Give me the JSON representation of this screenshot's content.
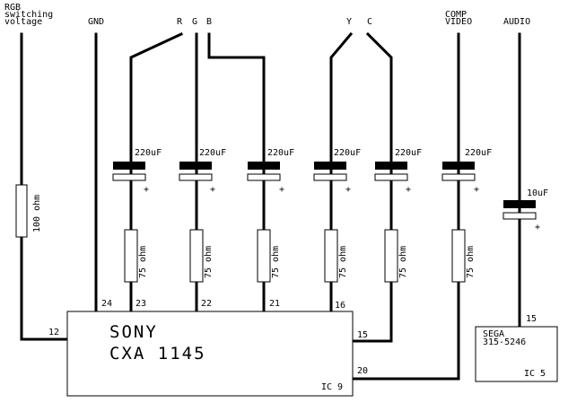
{
  "signals": {
    "rgb_switching": [
      "RGB",
      "switching",
      "voltage"
    ],
    "gnd": "GND",
    "r": "R",
    "g": "G",
    "b": "B",
    "y": "Y",
    "c": "C",
    "comp_video": [
      "COMP",
      "VIDEO"
    ],
    "audio": "AUDIO"
  },
  "capacitors": [
    {
      "value": "220uF",
      "polarity": "+"
    },
    {
      "value": "220uF",
      "polarity": "+"
    },
    {
      "value": "220uF",
      "polarity": "+"
    },
    {
      "value": "220uF",
      "polarity": "+"
    },
    {
      "value": "220uF",
      "polarity": "+"
    },
    {
      "value": "220uF",
      "polarity": "+"
    },
    {
      "value": "10uF",
      "polarity": "+"
    }
  ],
  "resistors": [
    {
      "value": "100 ohm"
    },
    {
      "value": "75 ohm"
    },
    {
      "value": "75 ohm"
    },
    {
      "value": "75 ohm"
    },
    {
      "value": "75 ohm"
    },
    {
      "value": "75 ohm"
    },
    {
      "value": "75 ohm"
    }
  ],
  "ic9": {
    "name_line1": "SONY",
    "name_line2": "CXA 1145",
    "ref": "IC 9",
    "pins": [
      "12",
      "24",
      "23",
      "22",
      "21",
      "16",
      "15",
      "20"
    ]
  },
  "ic5": {
    "name_line1": "SEGA",
    "name_line2": "315-5246",
    "ref": "IC 5",
    "pin": "15"
  }
}
